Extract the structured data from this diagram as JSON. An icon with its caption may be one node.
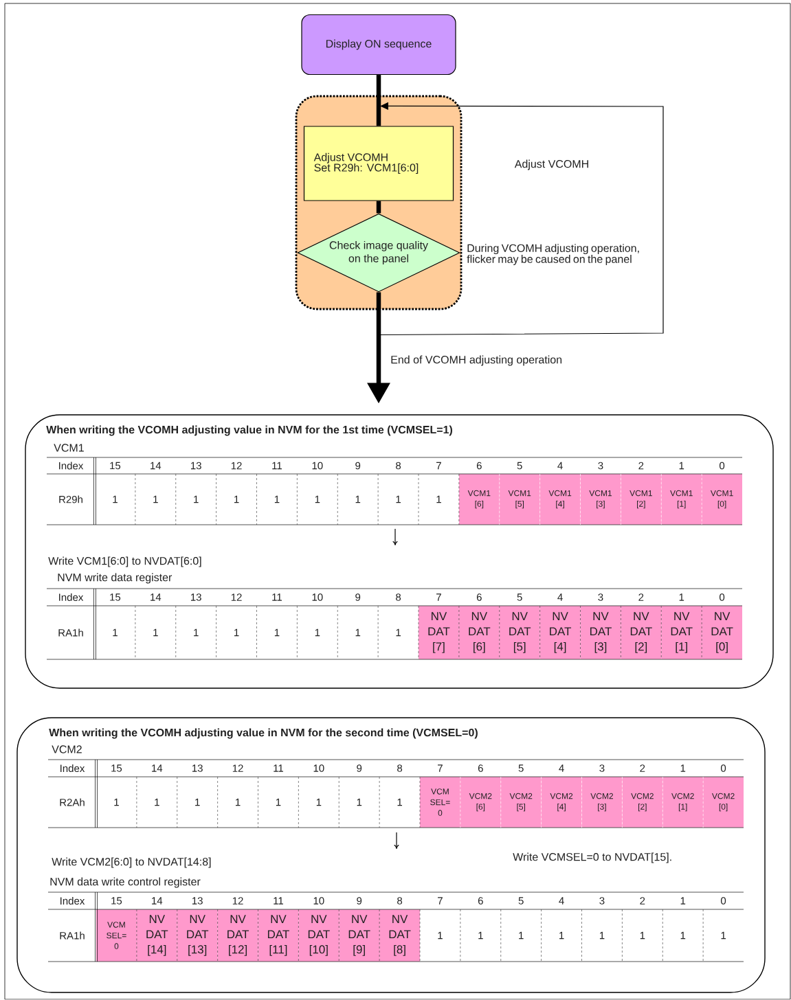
{
  "diagram": {
    "nodes": [
      {
        "text": [
          "Display ON sequence"
        ]
      },
      {
        "text": [],
        "shape": "box"
      },
      {
        "text": [
          "Adjust VCOMH",
          "Set R29h: VCM1[6:0]"
        ],
        "in": 1
      },
      {
        "text": [
          "Check image quality on the panel"
        ],
        "in": 1,
        "beside": [
          "During VCOMH adjusting operation, flicker may be caused on the panel"
        ]
      },
      {
        "text": [
          "When  writing the VCOMH adjusting value in NVM for the 1st time (VCMSEL=1)"
        ]
      },
      {
        "text": [
          "When  writing the VCOMH adjusting value in NVM for the second time (VCMSEL=0)"
        ]
      }
    ],
    "edges": [
      {
        "from": 0,
        "to": 2,
        "arrow": "none"
      },
      {
        "from": 2,
        "to": 3,
        "arrow": "none"
      },
      {
        "from": 3,
        "to": null,
        "arrow": "to",
        "label": "End of VCOMH adjusting operation"
      },
      {
        "from": 3,
        "to": 2,
        "arrow": "to",
        "label": "Adjust VCOMH"
      }
    ],
    "labels": [
      "VCM1",
      "Index",
      "15",
      "14",
      "13",
      "12",
      "11",
      "10",
      "9",
      "8",
      "7",
      "6",
      "5",
      "4",
      "3",
      "2",
      "1",
      "0",
      "R29h",
      "1",
      "1",
      "1",
      "1",
      "1",
      "1",
      "1",
      "1",
      "1",
      "VCM1 [6]",
      "VCM1 [5]",
      "VCM1 [4]",
      "VCM1 [3]",
      "VCM1 [2]",
      "VCM1 [1]",
      "VCM1 [0]",
      "Write VCM1[6:0] to NVDAT[6:0]",
      "NVM write data register",
      "Index",
      "15",
      "14",
      "13",
      "12",
      "11",
      "10",
      "9",
      "8",
      "7",
      "6",
      "5",
      "4",
      "3",
      "2",
      "1",
      "0",
      "RA1h",
      "1",
      "1",
      "1",
      "1",
      "1",
      "1",
      "1",
      "1",
      "NV DAT [7]",
      "NV DAT [6]",
      "NV DAT [5]",
      "NV DAT [4]",
      "NV DAT [3]",
      "NV DAT [2]",
      "NV DAT [1]",
      "NV DAT [0]",
      "VCM2",
      "Index",
      "15",
      "14",
      "13",
      "12",
      "11",
      "10",
      "9",
      "8",
      "7",
      "6",
      "5",
      "4",
      "3",
      "2",
      "1",
      "0",
      "R2Ah",
      "1",
      "1",
      "1",
      "1",
      "1",
      "1",
      "1",
      "1",
      "VCM SEL= 0",
      "VCM2 [6]",
      "VCM2 [5]",
      "VCM2 [4]",
      "VCM2 [3]",
      "VCM2 [2]",
      "VCM2 [1]",
      "VCM2 [0]",
      "Write VCM2[6:0] to NVDAT[14:8]",
      "Write VCMSEL=0 to NVDAT[15].",
      "NVM data write control register",
      "Index",
      "15",
      "14",
      "13",
      "12",
      "11",
      "10",
      "9",
      "8",
      "7",
      "6",
      "5",
      "4",
      "3",
      "2",
      "1",
      "0",
      "RA1h",
      "VCM SEL= 0",
      "NV DAT [14]",
      "NV DAT [13]",
      "NV DAT [12]",
      "NV DAT [11]",
      "NV DAT [10]",
      "NV DAT [9]",
      "NV DAT [8]",
      "1",
      "1",
      "1",
      "1",
      "1",
      "1",
      "1",
      "1"
    ]
  }
}
